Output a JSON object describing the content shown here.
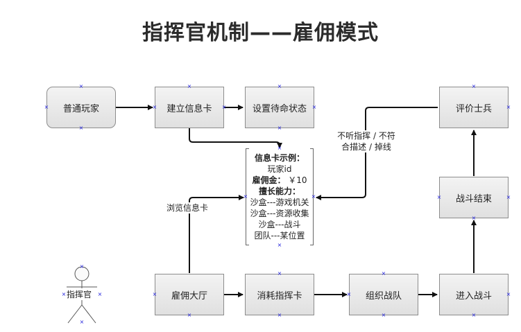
{
  "title": "指挥官机制——雇佣模式",
  "nodes": {
    "player": "普通玩家",
    "create_card": "建立信息卡",
    "set_waiting": "设置待命状态",
    "evaluate": "评价士兵",
    "battle_end": "战斗结束",
    "hall": "雇佣大厅",
    "consume_card": "消耗指挥卡",
    "form_team": "组织战队",
    "enter_battle": "进入战斗"
  },
  "info_card": {
    "heading": "信息卡示例：",
    "player_id": "玩家id",
    "fee_label": "雇佣金：",
    "fee_value": "￥10",
    "skills_heading": "擅长能力：",
    "skills": [
      "沙盒---游戏机关",
      "沙盒---资源收集",
      "沙盒---战斗",
      "团队---某位置"
    ]
  },
  "edge_labels": {
    "browse": "浏览信息卡",
    "disobey_line1": "不听指挥 / 不符",
    "disobey_line2": "合描述 / 掉线"
  },
  "actor": "指挥官"
}
